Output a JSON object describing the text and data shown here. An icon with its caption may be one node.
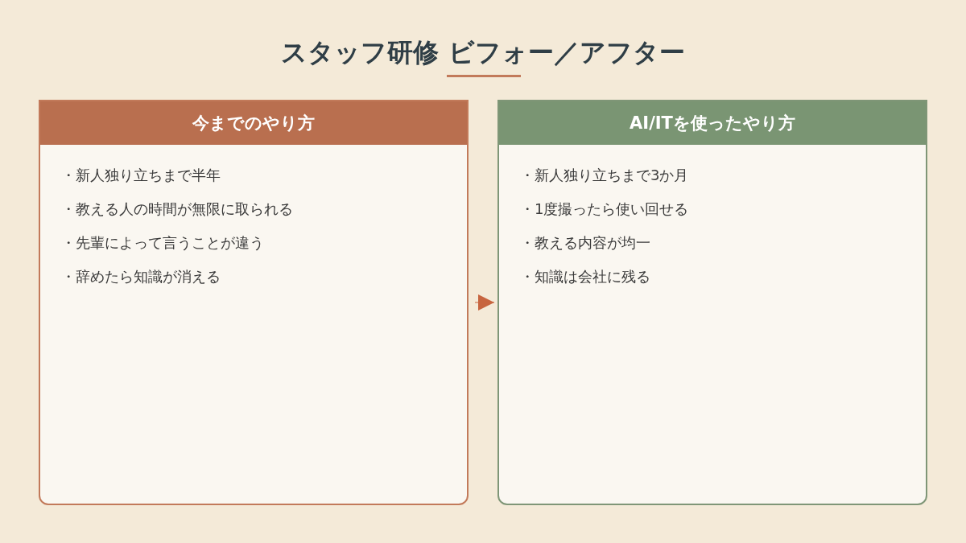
{
  "diagram": {
    "title": "スタッフ研修 ビフォー／アフター",
    "nodes": [
      {
        "text": [
          "今までのやり方",
          "・新人独り立ちまで半年",
          "・教える人の時間が無限に取られる",
          "・先輩によって言うことが違う",
          "・辞めたら知識が消える"
        ]
      },
      {
        "text": [
          "AI/ITを使ったやり方",
          "・新人独り立ちまで3か月",
          "・1度撮ったら使い回せる",
          "・教える内容が均一",
          "・知識は会社に残る"
        ]
      }
    ],
    "edges": [
      {
        "from": 0,
        "to": 1,
        "arrow": "to"
      }
    ]
  }
}
